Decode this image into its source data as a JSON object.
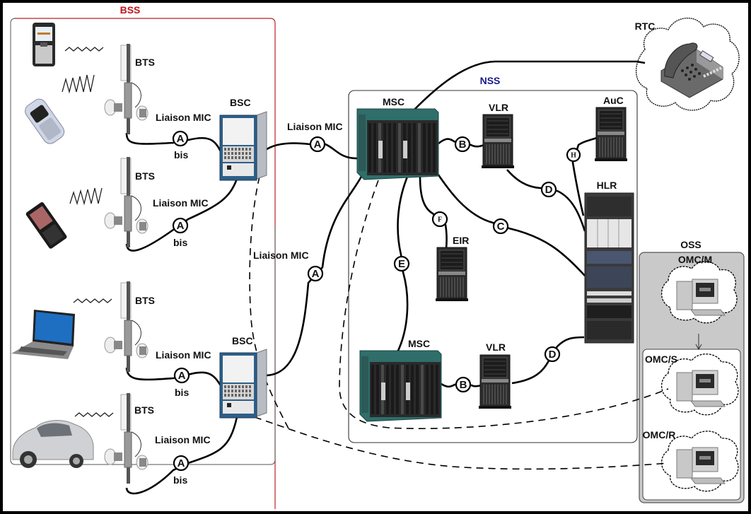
{
  "groups": {
    "bss": {
      "label": "BSS",
      "color": "#c0141c"
    },
    "nss": {
      "label": "NSS",
      "color": "#1a1a8c"
    },
    "oss": {
      "label": "OSS"
    },
    "rtc": {
      "label": "RTC"
    }
  },
  "devices": {
    "bts": "BTS",
    "bsc": "BSC",
    "msc": "MSC",
    "vlr": "VLR",
    "auc": "AuC",
    "hlr": "HLR",
    "eir": "EIR",
    "omc_m": "OMC/M",
    "omc_s": "OMC/S",
    "omc_r": "OMC/R"
  },
  "links": {
    "liaison_mic": "Liaison MIC",
    "bis": "bis"
  },
  "interfaces": {
    "A": "A",
    "B": "B",
    "C": "C",
    "D": "D",
    "E": "E",
    "F": "F",
    "H": "H"
  },
  "terminals": [
    {
      "type": "mobile-phone-bar"
    },
    {
      "type": "mobile-phone-silver"
    },
    {
      "type": "mobile-phone-slider"
    },
    {
      "type": "laptop"
    },
    {
      "type": "car"
    }
  ]
}
